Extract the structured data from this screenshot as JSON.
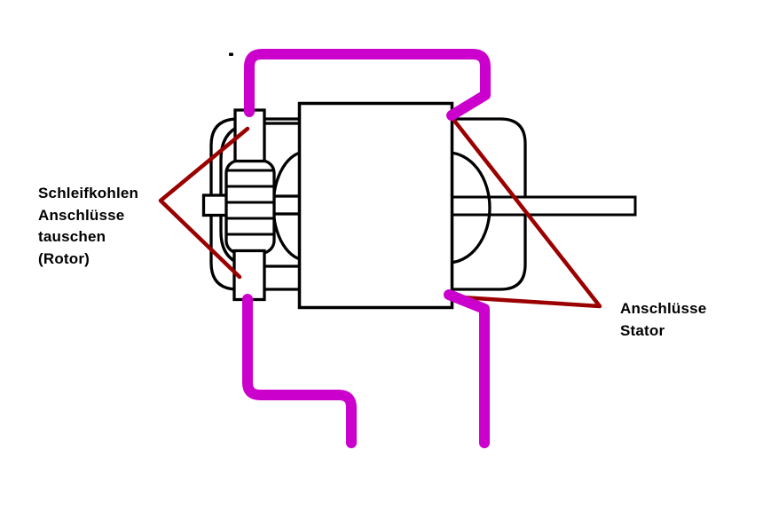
{
  "diagram": {
    "labels": {
      "rotor": {
        "lines": [
          "Schleifkohlen",
          "Anschlüsse",
          "tauschen",
          "(Rotor)"
        ]
      },
      "stator": {
        "lines": [
          "Anschlüsse",
          "Stator"
        ]
      }
    },
    "colors": {
      "wire_magenta": "#CC00CC",
      "arrow_dark_red": "#9B0000",
      "outline_black": "#000000"
    }
  }
}
